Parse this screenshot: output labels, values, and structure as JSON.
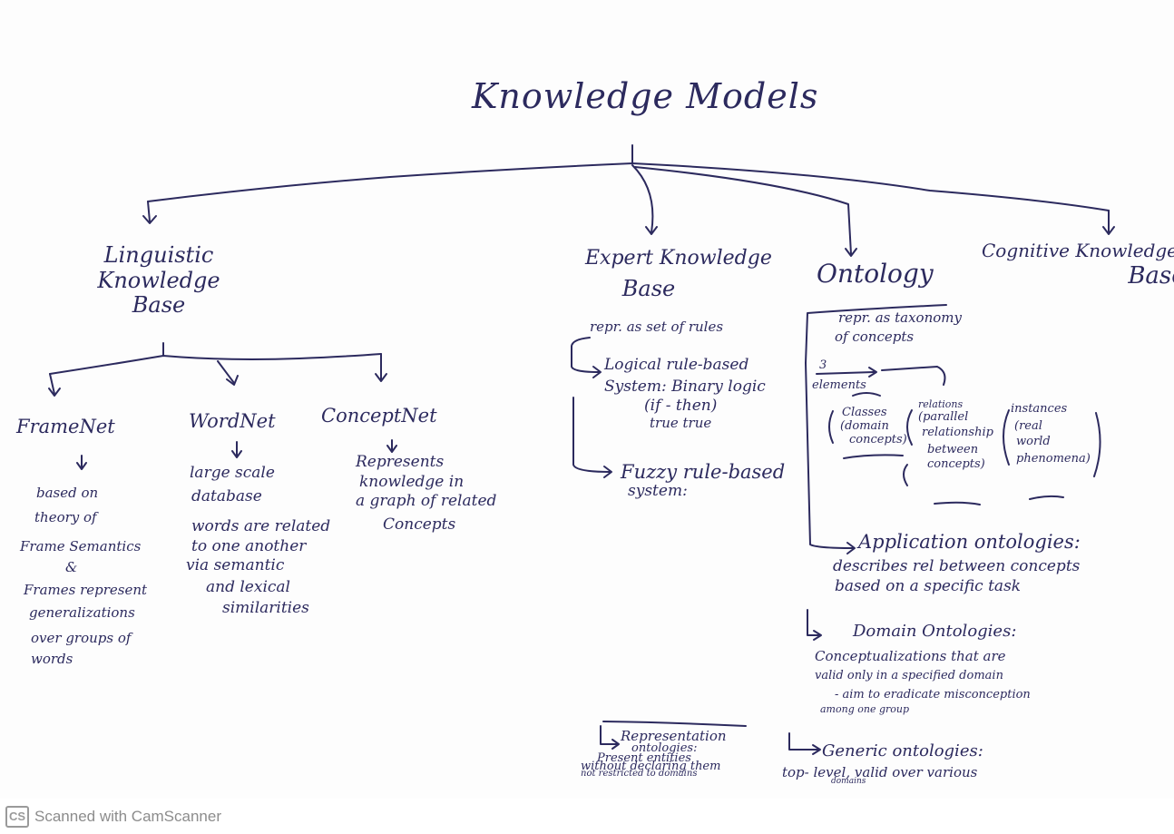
{
  "title": "Knowledge Models",
  "branches": {
    "linguistic": {
      "label_lines": [
        "Linguistic",
        "Knowledge",
        "Base"
      ],
      "framenet": {
        "name": "FrameNet",
        "lines": [
          "based on",
          "theory of",
          "Frame Semantics",
          "&",
          "Frames represent",
          "generalizations",
          "over groups of",
          "words"
        ]
      },
      "wordnet": {
        "name": "WordNet",
        "lines": [
          "large scale",
          "database",
          "words are related",
          "to one another",
          "via semantic",
          "and lexical",
          "similarities"
        ]
      },
      "conceptnet": {
        "name": "ConceptNet",
        "lines": [
          "Represents",
          "knowledge in",
          "a graph of related",
          "Concepts"
        ]
      }
    },
    "expert": {
      "label_lines": [
        "Expert Knowledge",
        "Base"
      ],
      "repr": "repr. as set of rules",
      "logical": [
        "Logical rule-based",
        "System: Binary logic",
        "(if - then)",
        "true     true"
      ],
      "fuzzy": [
        "Fuzzy rule-based",
        "system:"
      ]
    },
    "ontology": {
      "label": "Ontology",
      "repr_lines": [
        "repr. as taxonomy",
        "of concepts"
      ],
      "elements_count": "3",
      "elements_label": "elements",
      "classes": [
        "Classes",
        "(domain",
        "concepts)"
      ],
      "relations": [
        "relations",
        "(parallel",
        "relationship",
        "between",
        "concepts)"
      ],
      "instances": [
        "instances",
        "(real",
        "world",
        "phenomena)"
      ],
      "application": {
        "title": "Application ontologies:",
        "lines": [
          "describes rel between concepts",
          "based on a specific task"
        ]
      },
      "domain": {
        "title": "Domain Ontologies:",
        "lines": [
          "Conceptualizations that are",
          "valid only in a specified domain",
          "- aim to eradicate misconception",
          "among one group"
        ]
      },
      "generic": {
        "title": "Generic ontologies:",
        "lines": [
          "top- level, valid over various",
          "domains"
        ]
      },
      "representation": {
        "title": "Representation",
        "lines": [
          "ontologies:",
          "Present entities",
          "without declaring them",
          "not restricted to domains"
        ]
      }
    },
    "cognitive": {
      "label_lines": [
        "Cognitive Knowledge",
        "Base"
      ]
    }
  },
  "footer": {
    "logo": "CS",
    "text": "Scanned with CamScanner"
  }
}
